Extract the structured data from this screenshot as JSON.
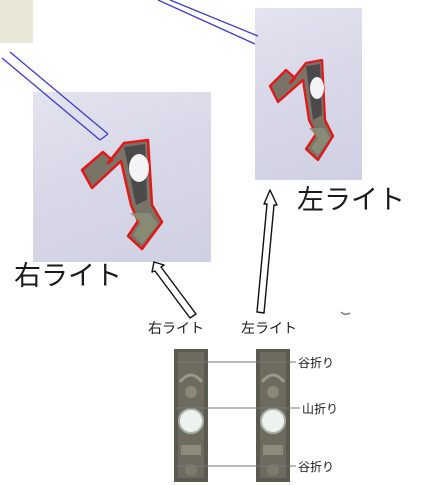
{
  "labels": {
    "right_light_large": "右ライト",
    "left_light_large": "左ライト",
    "right_light_small": "右ライト",
    "left_light_small": "左ライト",
    "valley_fold_top": "谷折り",
    "mountain_fold": "山折り",
    "valley_fold_bottom": "谷折り"
  }
}
